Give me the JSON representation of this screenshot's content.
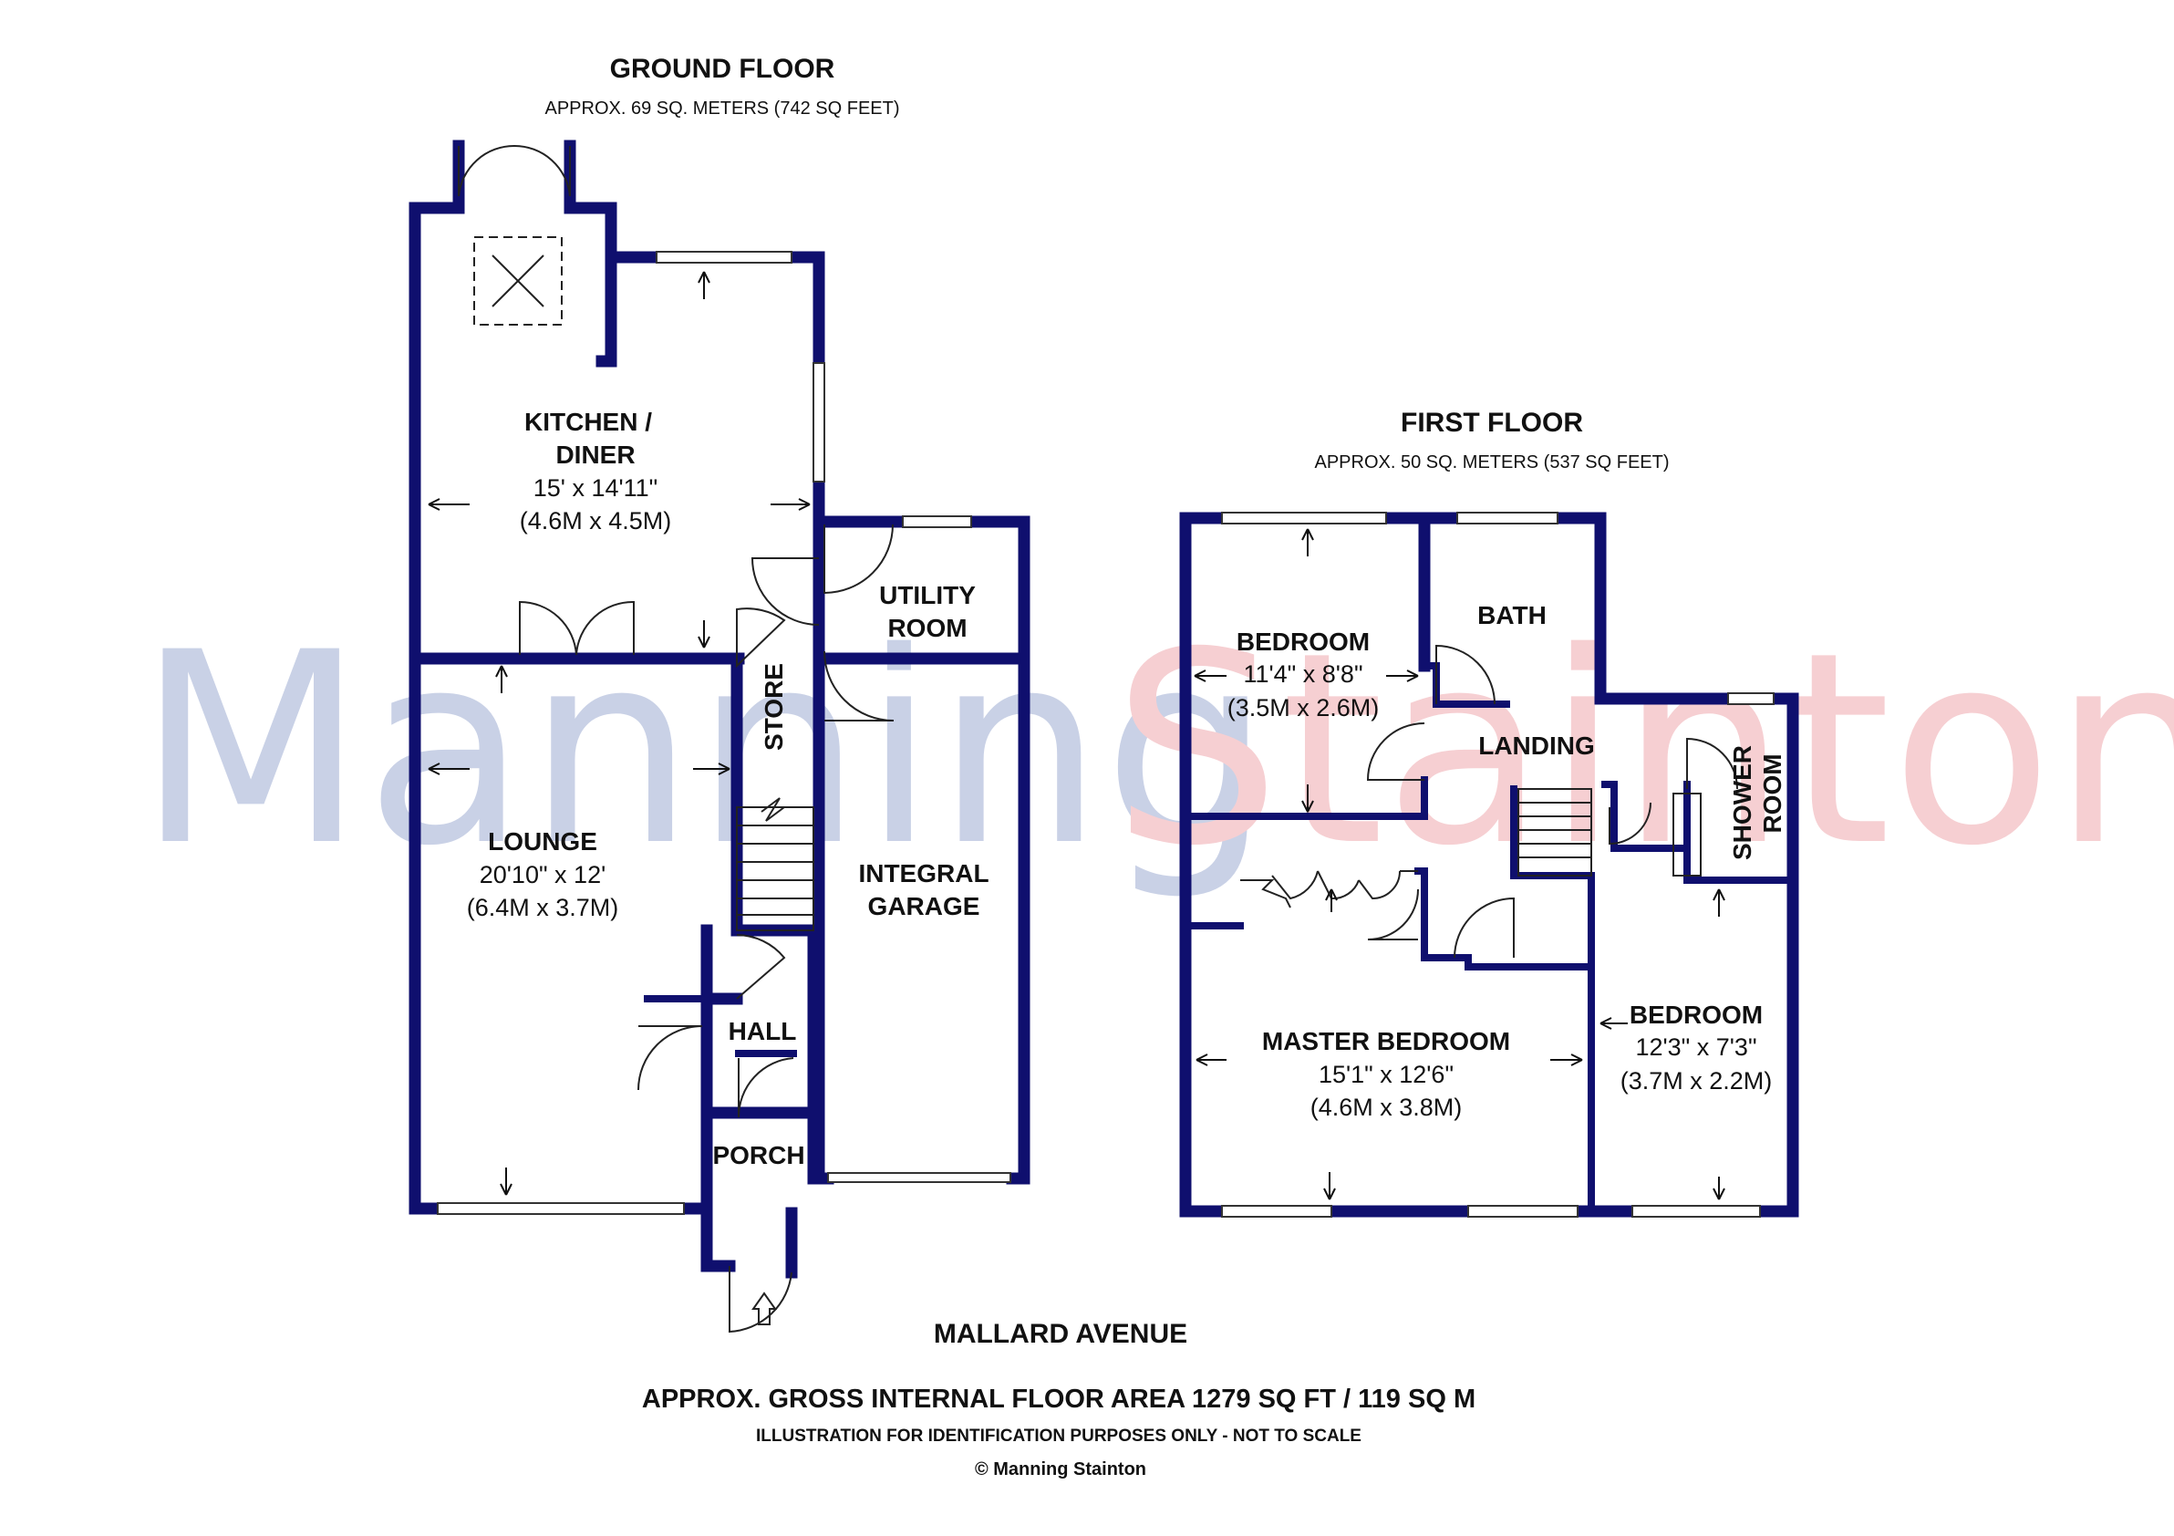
{
  "watermark": {
    "part1": "Manning",
    "part2": "Stainton",
    "color1": "#c9d1e6",
    "color2": "#f6cfd2"
  },
  "ground_floor": {
    "title": "GROUND FLOOR",
    "area": "APPROX. 69 SQ. METERS (742 SQ FEET)",
    "kitchen": {
      "name1": "KITCHEN /",
      "name2": "DINER",
      "dim_imperial": "15' x 14'11\"",
      "dim_metric": "(4.6M x 4.5M)"
    },
    "utility": {
      "name1": "UTILITY",
      "name2": "ROOM"
    },
    "store": {
      "name": "STORE"
    },
    "lounge": {
      "name": "LOUNGE",
      "dim_imperial": "20'10\" x 12'",
      "dim_metric": "(6.4M x 3.7M)"
    },
    "garage": {
      "name1": "INTEGRAL",
      "name2": "GARAGE"
    },
    "hall": {
      "name": "HALL"
    },
    "porch": {
      "name": "PORCH"
    }
  },
  "first_floor": {
    "title": "FIRST FLOOR",
    "area": "APPROX. 50 SQ. METERS (537 SQ FEET)",
    "bedroom_front": {
      "name": "BEDROOM",
      "dim_imperial": "11'4\" x 8'8\"",
      "dim_metric": "(3.5M x 2.6M)"
    },
    "bath": {
      "name": "BATH"
    },
    "landing": {
      "name": "LANDING"
    },
    "shower": {
      "name1": "SHOWER",
      "name2": "ROOM"
    },
    "master": {
      "name": "MASTER BEDROOM",
      "dim_imperial": "15'1\" x 12'6\"",
      "dim_metric": "(4.6M x 3.8M)"
    },
    "bedroom_side": {
      "name": "BEDROOM",
      "dim_imperial": "12'3\" x 7'3\"",
      "dim_metric": "(3.7M x 2.2M)"
    }
  },
  "street": "MALLARD AVENUE",
  "gross_area": "APPROX. GROSS INTERNAL FLOOR AREA 1279 SQ FT / 119 SQ M",
  "disclaimer": "ILLUSTRATION FOR IDENTIFICATION PURPOSES ONLY - NOT TO SCALE",
  "copyright": "© Manning Stainton",
  "colors": {
    "wall": "#0f0f6e"
  }
}
